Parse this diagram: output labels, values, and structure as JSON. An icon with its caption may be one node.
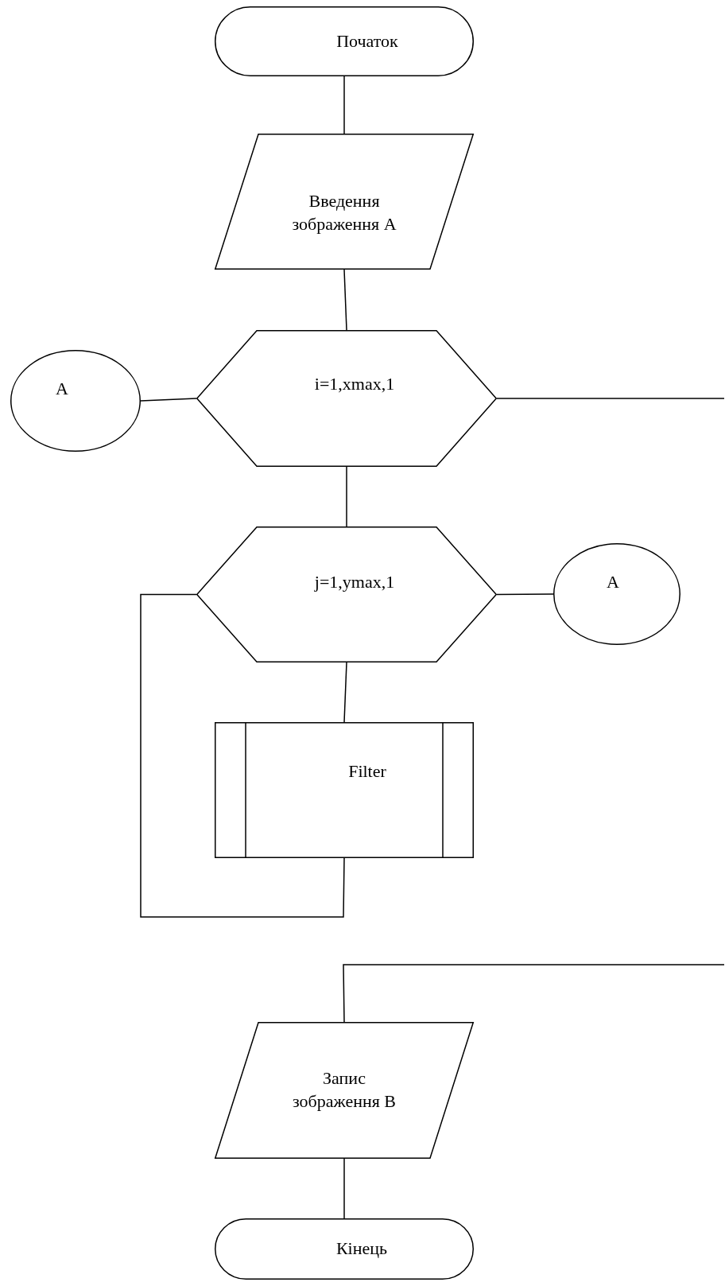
{
  "diagram": {
    "nodes": [
      {
        "text": [
          "Початок"
        ]
      },
      {
        "text": [
          "Введення зображення А"
        ]
      },
      {
        "text": [
          "i=1,xmax,1"
        ]
      },
      {
        "text": [
          "A"
        ]
      },
      {
        "text": [
          "j=1,ymax,1"
        ]
      },
      {
        "text": [
          "A"
        ]
      },
      {
        "text": [
          "Filter"
        ]
      },
      {
        "text": [
          "Запис зображення В"
        ]
      },
      {
        "text": [
          "Кінець"
        ]
      }
    ],
    "edges": [
      {
        "from": 0,
        "to": 1,
        "arrow": "none"
      },
      {
        "from": 1,
        "to": 2,
        "arrow": "none"
      },
      {
        "from": 3,
        "to": 2,
        "arrow": "none"
      },
      {
        "from": 2,
        "to": null,
        "arrow": "none"
      },
      {
        "from": 2,
        "to": 4,
        "arrow": "none"
      },
      {
        "from": 4,
        "to": 5,
        "arrow": "none"
      },
      {
        "from": 4,
        "to": 6,
        "arrow": "none"
      },
      {
        "from": 6,
        "to": 4,
        "arrow": "none"
      },
      {
        "from": null,
        "to": 7,
        "arrow": "none"
      },
      {
        "from": 7,
        "to": 8,
        "arrow": "none"
      }
    ]
  }
}
